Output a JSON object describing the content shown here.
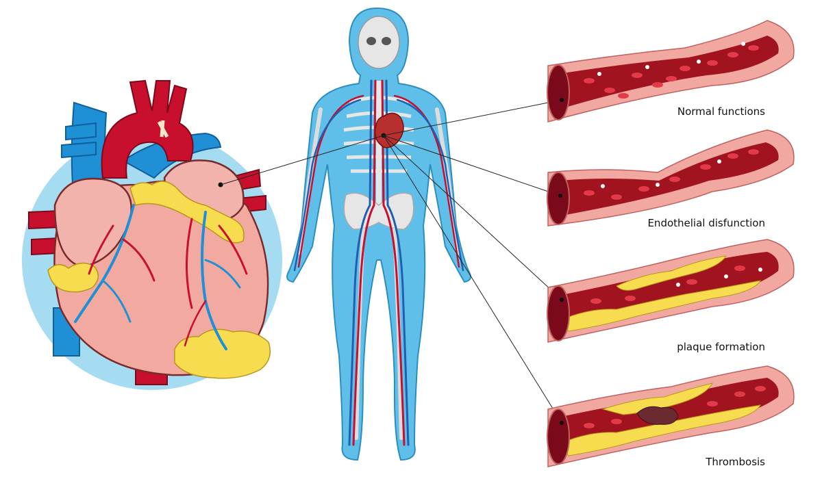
{
  "vessel_labels": [
    "Normal functions",
    "Endothelial disfunction",
    "plaque formation",
    "Thrombosis"
  ],
  "colors": {
    "vein_blue": "#1f8fd6",
    "artery_red": "#c8102e",
    "heart_pink": "#f2a9a0",
    "fat_yellow": "#f7dc4f",
    "body_blue": "#5fbfe8",
    "bone_gray": "#e6e6e6",
    "backdrop_circle": "#a6dcf2",
    "vessel_wall": "#f0a8a0",
    "blood": "#a1131f",
    "red_cell": "#e23a48"
  }
}
